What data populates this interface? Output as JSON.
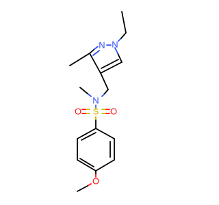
{
  "molecule": {
    "atoms": {
      "n1": {
        "label": "N",
        "element": "N",
        "color": "#3050f8"
      },
      "n2": {
        "label": "N",
        "element": "N",
        "color": "#3050f8"
      },
      "n_sulfonamide": {
        "label": "N",
        "element": "N",
        "color": "#3050f8"
      },
      "s": {
        "label": "S",
        "element": "S",
        "color": "#c8b400"
      },
      "o_left": {
        "label": "O",
        "element": "O",
        "color": "#ff0d0d"
      },
      "o_right": {
        "label": "O",
        "element": "O",
        "color": "#ff0d0d"
      },
      "o_methoxy": {
        "label": "O",
        "element": "O",
        "color": "#ff0d0d"
      }
    }
  }
}
